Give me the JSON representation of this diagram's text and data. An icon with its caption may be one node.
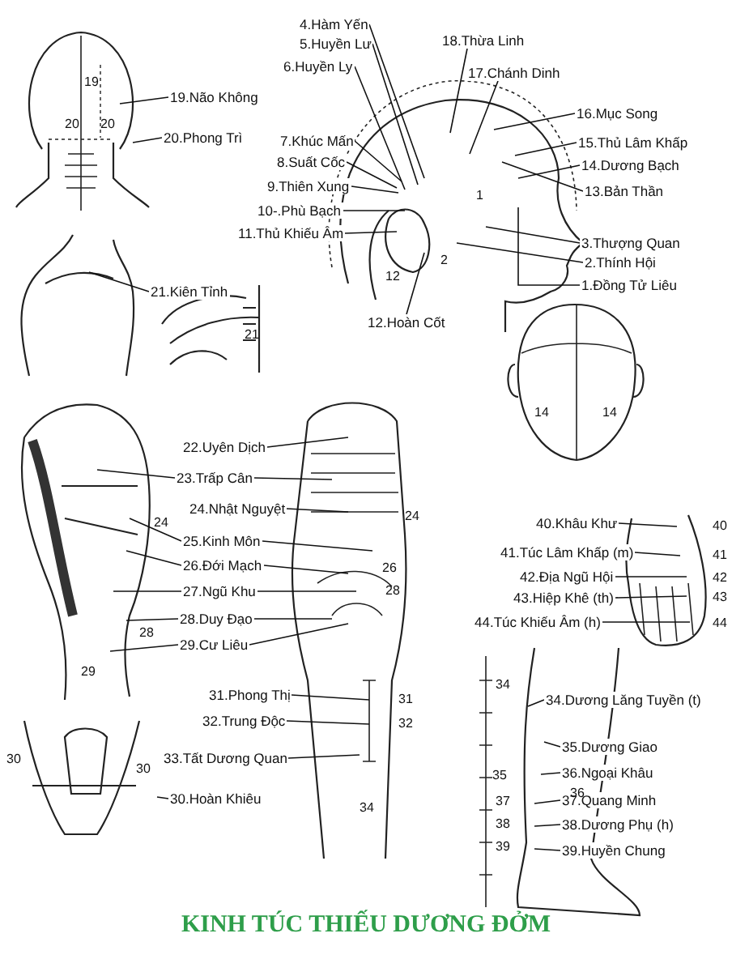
{
  "diagram": {
    "caption": "KINH TÚC THIẾU DƯƠNG ĐỞM",
    "nodes": [
      {
        "text": [
          "4.Hàm Yến"
        ]
      },
      {
        "text": [
          "5.Huyền Lư"
        ]
      },
      {
        "text": [
          "6.Huyền Ly"
        ]
      },
      {
        "text": [
          "18.Thừa Linh"
        ]
      },
      {
        "text": [
          "17.Chánh Dinh"
        ]
      },
      {
        "text": [
          "19.Não Không"
        ]
      },
      {
        "text": [
          "20.Phong Trì"
        ]
      },
      {
        "text": [
          "16.Mục Song"
        ]
      },
      {
        "text": [
          "7.Khúc Mấn"
        ]
      },
      {
        "text": [
          "15.Thủ Lâm Khấp"
        ]
      },
      {
        "text": [
          "8.Suất Cốc"
        ]
      },
      {
        "text": [
          "14.Dương Bạch"
        ]
      },
      {
        "text": [
          "9.Thiên Xung"
        ]
      },
      {
        "text": [
          "13.Bản Thần"
        ]
      },
      {
        "text": [
          "10-.Phù Bạch"
        ]
      },
      {
        "text": [
          "11.Thủ Khiếu Âm"
        ]
      },
      {
        "text": [
          "3.Thượng Quan"
        ]
      },
      {
        "text": [
          "2.Thính Hội"
        ]
      },
      {
        "text": [
          "1.Đồng Tử Liêu"
        ]
      },
      {
        "text": [
          "21.Kiên Tỉnh"
        ]
      },
      {
        "text": [
          "12.Hoàn Cốt"
        ]
      },
      {
        "text": [
          "22.Uyên Dịch"
        ]
      },
      {
        "text": [
          "23.Trấp Cân"
        ]
      },
      {
        "text": [
          "24.Nhật Nguyệt"
        ]
      },
      {
        "text": [
          "25.Kinh Môn"
        ]
      },
      {
        "text": [
          "26.Đới Mạch"
        ]
      },
      {
        "text": [
          "27.Ngũ Khu"
        ]
      },
      {
        "text": [
          "28.Duy Đạo"
        ]
      },
      {
        "text": [
          "29.Cư Liêu"
        ]
      },
      {
        "text": [
          "40.Khâu Khư"
        ]
      },
      {
        "text": [
          "41.Túc Lâm Khấp (m)"
        ]
      },
      {
        "text": [
          "42.Địa Ngũ Hội"
        ]
      },
      {
        "text": [
          "43.Hiệp Khê (th)"
        ]
      },
      {
        "text": [
          "44.Túc Khiếu Âm (h)"
        ]
      },
      {
        "text": [
          "31.Phong Thị"
        ]
      },
      {
        "text": [
          "32.Trung Độc"
        ]
      },
      {
        "text": [
          "34.Dương Lăng Tuyền (t)"
        ]
      },
      {
        "text": [
          "35.Dương Giao"
        ]
      },
      {
        "text": [
          "36.Ngoại Khâu"
        ]
      },
      {
        "text": [
          "33.Tất Dương Quan"
        ]
      },
      {
        "text": [
          "37.Quang Minh"
        ]
      },
      {
        "text": [
          "30.Hoàn Khiêu"
        ]
      },
      {
        "text": [
          "38.Dương Phụ (h)"
        ]
      },
      {
        "text": [
          "39.Huyền Chung"
        ]
      }
    ],
    "edges": [
      {
        "from": 0,
        "to": null,
        "arrow": "none"
      },
      {
        "from": 1,
        "to": null,
        "arrow": "none"
      },
      {
        "from": 2,
        "to": null,
        "arrow": "none"
      },
      {
        "from": 3,
        "to": null,
        "arrow": "none"
      },
      {
        "from": 4,
        "to": null,
        "arrow": "none"
      },
      {
        "from": 5,
        "to": null,
        "arrow": "none"
      },
      {
        "from": 6,
        "to": null,
        "arrow": "none"
      },
      {
        "from": 7,
        "to": null,
        "arrow": "none"
      },
      {
        "from": 8,
        "to": null,
        "arrow": "none"
      },
      {
        "from": 9,
        "to": null,
        "arrow": "none"
      },
      {
        "from": 10,
        "to": null,
        "arrow": "none"
      },
      {
        "from": 11,
        "to": null,
        "arrow": "none"
      },
      {
        "from": 12,
        "to": null,
        "arrow": "none"
      },
      {
        "from": 13,
        "to": null,
        "arrow": "none"
      },
      {
        "from": 14,
        "to": null,
        "arrow": "none"
      },
      {
        "from": 15,
        "to": null,
        "arrow": "none"
      },
      {
        "from": 16,
        "to": null,
        "arrow": "none"
      },
      {
        "from": 17,
        "to": null,
        "arrow": "none"
      },
      {
        "from": 18,
        "to": null,
        "arrow": "none"
      },
      {
        "from": 19,
        "to": null,
        "arrow": "none"
      },
      {
        "from": 20,
        "to": null,
        "arrow": "none"
      },
      {
        "from": 21,
        "to": null,
        "arrow": "none"
      },
      {
        "from": 22,
        "to": null,
        "arrow": "none"
      },
      {
        "from": 23,
        "to": null,
        "arrow": "none"
      },
      {
        "from": 24,
        "to": null,
        "arrow": "none"
      },
      {
        "from": 25,
        "to": null,
        "arrow": "none"
      },
      {
        "from": 26,
        "to": null,
        "arrow": "none"
      },
      {
        "from": 27,
        "to": null,
        "arrow": "none"
      },
      {
        "from": 28,
        "to": null,
        "arrow": "none"
      },
      {
        "from": 22,
        "to": null,
        "arrow": "none"
      },
      {
        "from": 24,
        "to": null,
        "arrow": "none"
      },
      {
        "from": 25,
        "to": null,
        "arrow": "none"
      },
      {
        "from": 26,
        "to": null,
        "arrow": "none"
      },
      {
        "from": 27,
        "to": null,
        "arrow": "none"
      },
      {
        "from": 28,
        "to": null,
        "arrow": "none"
      },
      {
        "from": 29,
        "to": null,
        "arrow": "none"
      },
      {
        "from": 30,
        "to": null,
        "arrow": "none"
      },
      {
        "from": 31,
        "to": null,
        "arrow": "none"
      },
      {
        "from": 32,
        "to": null,
        "arrow": "none"
      },
      {
        "from": 33,
        "to": null,
        "arrow": "none"
      },
      {
        "from": 34,
        "to": null,
        "arrow": "none"
      },
      {
        "from": 35,
        "to": null,
        "arrow": "none"
      },
      {
        "from": 36,
        "to": null,
        "arrow": "none"
      },
      {
        "from": 37,
        "to": null,
        "arrow": "none"
      },
      {
        "from": 38,
        "to": null,
        "arrow": "none"
      },
      {
        "from": 39,
        "to": null,
        "arrow": "none"
      },
      {
        "from": 40,
        "to": null,
        "arrow": "none"
      },
      {
        "from": 41,
        "to": null,
        "arrow": "none"
      },
      {
        "from": 42,
        "to": null,
        "arrow": "none"
      },
      {
        "from": 43,
        "to": null,
        "arrow": "none"
      }
    ],
    "labels": [
      "19",
      "20",
      "20",
      "21",
      "24",
      "28",
      "29",
      "24",
      "26",
      "28",
      "14",
      "14",
      "12",
      "1",
      "2",
      "40",
      "41",
      "42",
      "43",
      "44",
      "31",
      "32",
      "34",
      "30",
      "30",
      "34",
      "35",
      "36",
      "37",
      "38",
      "39"
    ]
  }
}
